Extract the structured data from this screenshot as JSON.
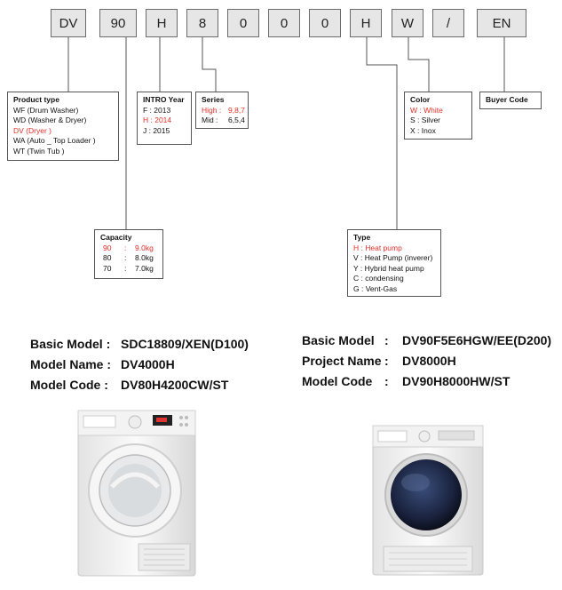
{
  "codes": [
    "DV",
    "90",
    "H",
    "8",
    "0",
    "0",
    "H",
    "W",
    "/",
    "EN"
  ],
  "product_type": {
    "title": "Product type",
    "items": [
      {
        "text": "WF (Drum Washer)",
        "highlight": false
      },
      {
        "text": "WD (Washer & Dryer)",
        "highlight": false
      },
      {
        "text": "DV  (Dryer )",
        "highlight": true
      },
      {
        "text": "WA (Auto _ Top Loader )",
        "highlight": false
      },
      {
        "text": "WT (Twin Tub )",
        "highlight": false
      }
    ]
  },
  "intro_year": {
    "title": "INTRO Year",
    "items": [
      {
        "text": "F : 2013",
        "highlight": false
      },
      {
        "text": "H : 2014",
        "highlight": true
      },
      {
        "text": "J : 2015",
        "highlight": false
      }
    ]
  },
  "series": {
    "title": "Series",
    "items": [
      {
        "key": "High :",
        "val": "9,8,7",
        "highlight": true
      },
      {
        "key": "Mid  :",
        "val": "6,5,4",
        "highlight": false
      }
    ]
  },
  "color": {
    "title": "Color",
    "items": [
      {
        "text": "W : White",
        "highlight": true
      },
      {
        "text": "S : Silver",
        "highlight": false
      },
      {
        "text": "X : Inox",
        "highlight": false
      }
    ]
  },
  "buyer_code": {
    "title": "Buyer Code"
  },
  "capacity": {
    "title": "Capacity",
    "items": [
      {
        "num": "90",
        "val": "9.0kg",
        "highlight": true
      },
      {
        "num": "80",
        "val": "8.0kg",
        "highlight": false
      },
      {
        "num": "70",
        "val": "7.0kg",
        "highlight": false
      }
    ]
  },
  "type": {
    "title": "Type",
    "items": [
      {
        "text": "H : Heat pump",
        "highlight": true
      },
      {
        "text": "V : Heat Pump (inverer)",
        "highlight": false
      },
      {
        "text": "Y : Hybrid heat pump",
        "highlight": false
      },
      {
        "text": "C : condensing",
        "highlight": false
      },
      {
        "text": "G : Vent-Gas",
        "highlight": false
      }
    ]
  },
  "left_model": {
    "rows": [
      {
        "label": "Basic Model :",
        "value": "SDC18809/XEN(D100)"
      },
      {
        "label": "Model Name :",
        "value": "DV4000H"
      },
      {
        "label": "Model Code :",
        "value": "DV80H4200CW/ST"
      }
    ]
  },
  "right_model": {
    "rows": [
      {
        "label": "Basic Model",
        "sep": ":",
        "value": "DV90F5E6HGW/EE(D200)"
      },
      {
        "label": "Project Name",
        "sep": ":",
        "value": "DV8000H"
      },
      {
        "label": "Model Code",
        "sep": ":",
        "value": "DV90H8000HW/ST"
      }
    ]
  },
  "colors": {
    "highlight": "#e0312a",
    "box_fill": "#e6e6e6",
    "border": "#555555"
  }
}
